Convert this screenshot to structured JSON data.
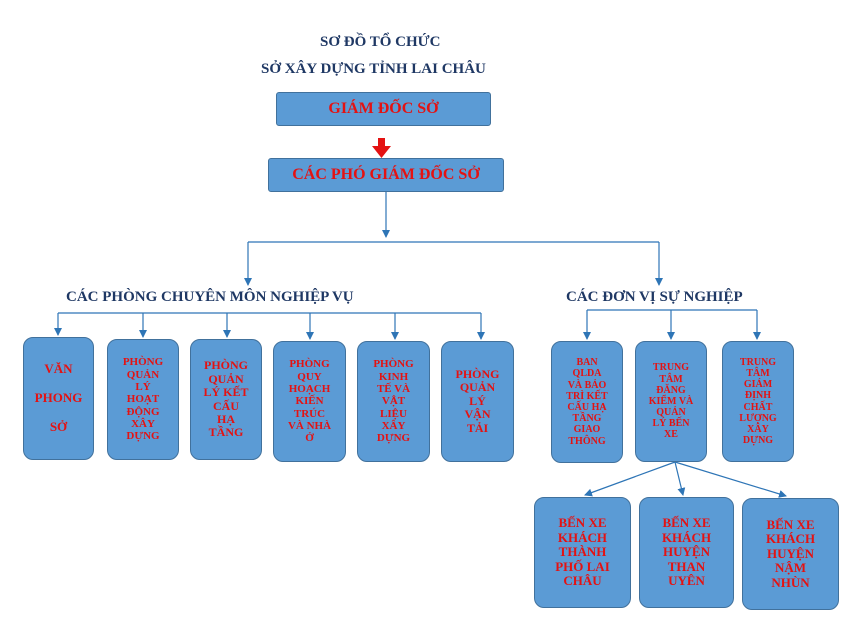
{
  "title": {
    "line1": "SƠ ĐỒ TỔ CHỨC",
    "line2": "SỞ XÂY DỰNG TỈNH LAI CHÂU"
  },
  "director": "GIÁM ĐỐC SỞ",
  "deputies": "CÁC PHÓ GIÁM ĐỐC SỞ",
  "departments": {
    "label": "CÁC PHÒNG CHUYÊN MÔN NGHIỆP VỤ",
    "items": [
      "VĂN\n\nPHONG\n\nSỞ",
      "PHÒNG\nQUẢN\nLÝ\nHOẠT\nĐỘNG\nXÂY\nDỰNG",
      "PHÒNG\nQUẢN\nLÝ KẾT\nCẤU\nHẠ\nTẦNG",
      "PHÒNG\nQUY\nHOẠCH\nKIẾN\nTRÚC\nVÀ NHÀ\nỞ",
      "PHÒNG\nKINH\nTẾ VÀ\nVẬT\nLIỆU\nXÂY\nDỰNG",
      "PHÒNG\nQUẢN\nLÝ\nVẬN\nTẢI"
    ]
  },
  "units": {
    "label": "CÁC ĐƠN VỊ SỰ NGHIỆP",
    "items": [
      "BAN\nQLDA\nVÀ BẢO\nTRÌ KẾT\nCẤU HẠ\nTẦNG\nGIAO\nTHÔNG",
      "TRUNG\nTÂM\nĐĂNG\nKIỂM VÀ\nQUẢN\nLÝ BẾN\nXE",
      "TRUNG\nTÂM\nGIÁM\nĐỊNH\nCHẤT\nLƯỢNG\nXÂY\nDỰNG"
    ]
  },
  "bus_stations": [
    "BẾN XE\nKHÁCH\nTHÀNH\nPHỐ LAI\nCHÂU",
    "BẾN XE\nKHÁCH\nHUYỆN\nTHAN\nUYÊN",
    "BẾN XE\nKHÁCH\nHUYỆN\nNẬM\nNHÙN"
  ],
  "colors": {
    "box_fill": "#5b9bd5",
    "box_border": "#41719c",
    "box_text": "#e41212",
    "title_text": "#1f3864",
    "connector": "#2e75b6",
    "top_arrow": "#e41212"
  }
}
